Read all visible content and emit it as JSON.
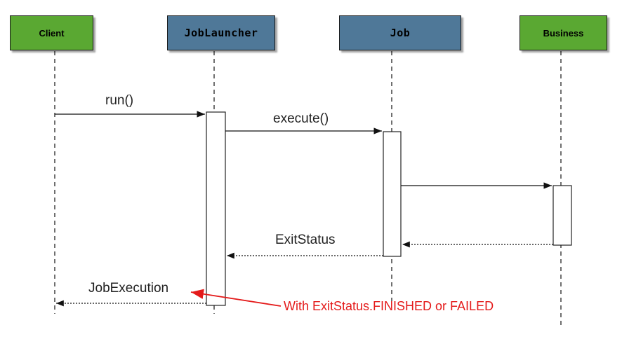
{
  "actors": {
    "client": "Client",
    "job_launcher": "JobLauncher",
    "job": "Job",
    "business": "Business"
  },
  "messages": {
    "run": "run()",
    "execute": "execute()",
    "exit_status": "ExitStatus",
    "job_execution": "JobExecution"
  },
  "note": "With ExitStatus.FINISHED or FAILED",
  "colors": {
    "actor_green": "#5aa832",
    "actor_blue": "#4f7898",
    "note_red": "#e41a1a"
  }
}
